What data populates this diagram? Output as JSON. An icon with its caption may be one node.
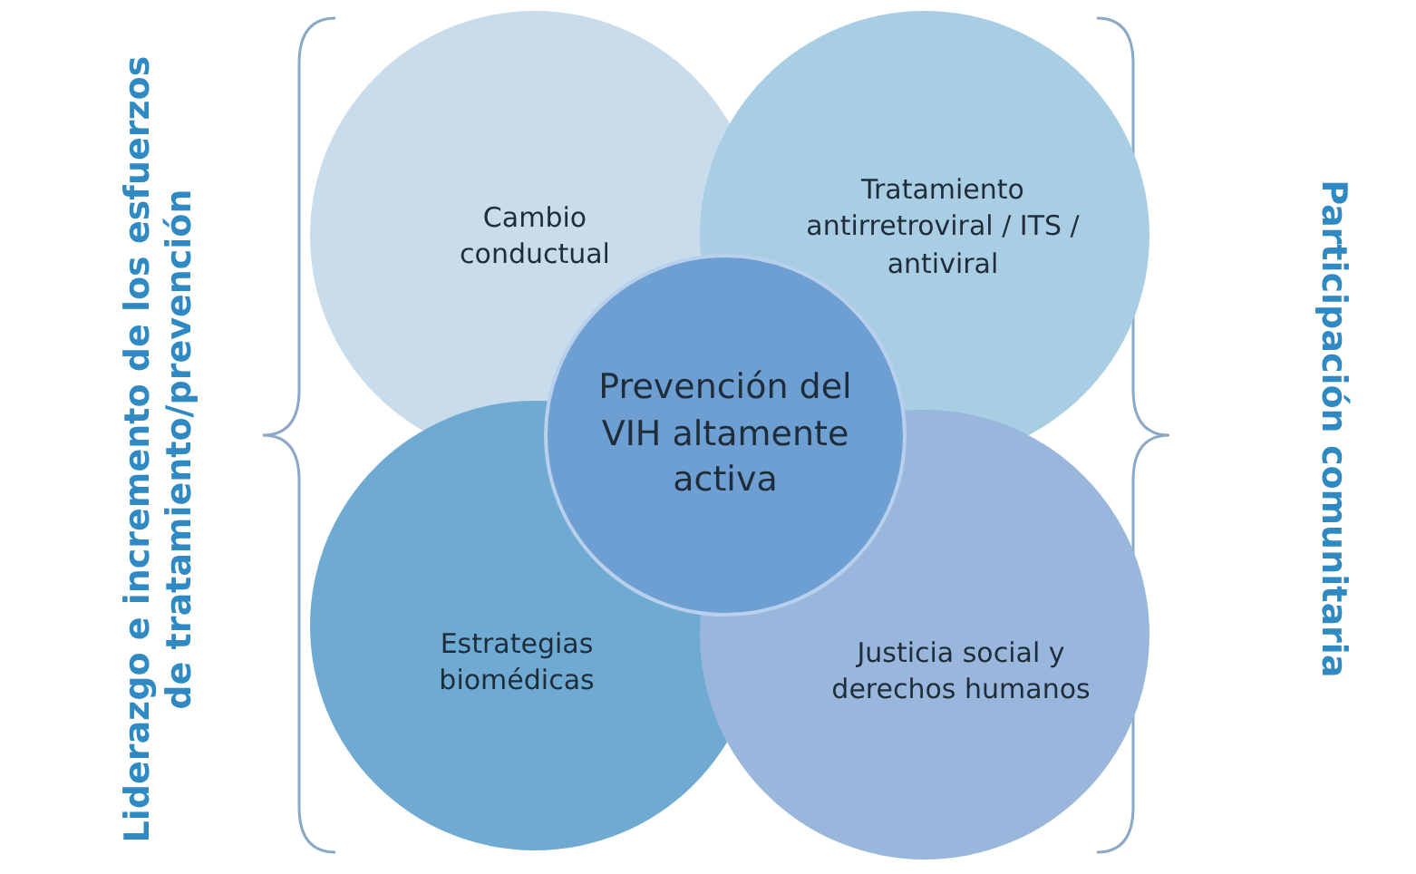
{
  "diagram": {
    "nodes": [
      {
        "text": [
          "Cambio conductual"
        ]
      },
      {
        "text": [
          "Tratamiento antirretroviral / ITS / antiviral"
        ]
      },
      {
        "text": [
          "Estrategias biomédicas"
        ]
      },
      {
        "text": [
          "Justicia social y derechos humanos"
        ]
      },
      {
        "text": [
          "Prevención del VIH altamente activa"
        ]
      }
    ],
    "edges": [],
    "labels": [
      "Liderazgo e incremento de los esfuerzos de tratamiento/prevención",
      "Participación comunitaria"
    ]
  }
}
